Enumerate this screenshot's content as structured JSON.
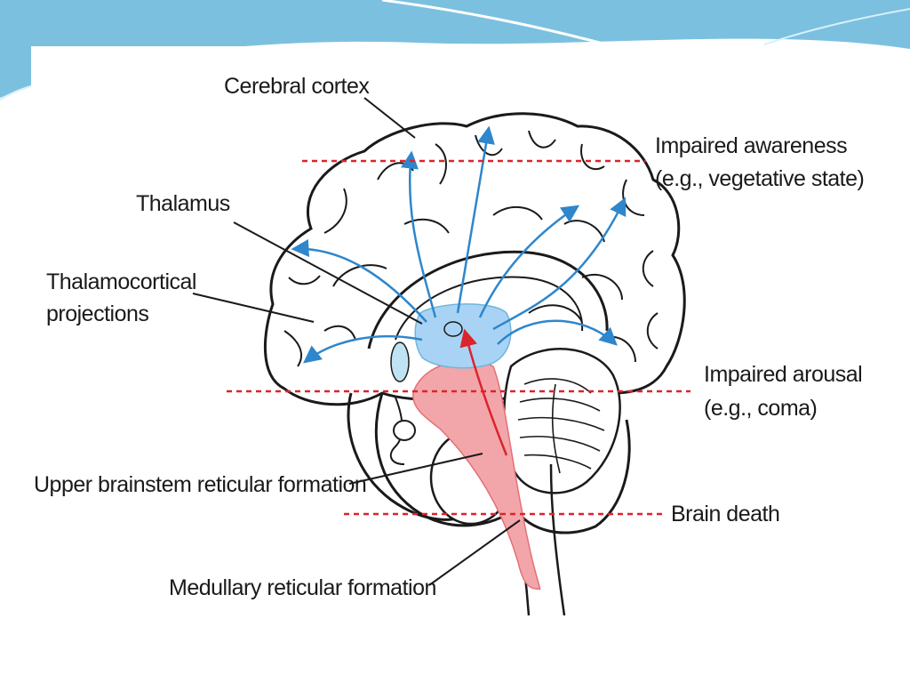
{
  "labels": {
    "cerebral_cortex": "Cerebral cortex",
    "thalamus": "Thalamus",
    "thalamocortical_line1": "Thalamocortical",
    "thalamocortical_line2": "projections",
    "impaired_awareness_line1": "Impaired awareness",
    "impaired_awareness_line2": "(e.g., vegetative state)",
    "impaired_arousal_line1": "Impaired arousal",
    "impaired_arousal_line2": "(e.g., coma)",
    "upper_brainstem": "Upper brainstem reticular formation",
    "brain_death": "Brain death",
    "medullary": "Medullary reticular formation"
  },
  "colors": {
    "header_blue": "#6fb6da",
    "header_light": "#bfe3f2",
    "thalamus_fill": "#a9d3f5",
    "projection_arrow": "#2e86cc",
    "brainstem_fill": "#f3a6aa",
    "brainstem_stroke": "#e46f77",
    "threshold_line": "#d9252b",
    "outline": "#1a1a1a"
  }
}
